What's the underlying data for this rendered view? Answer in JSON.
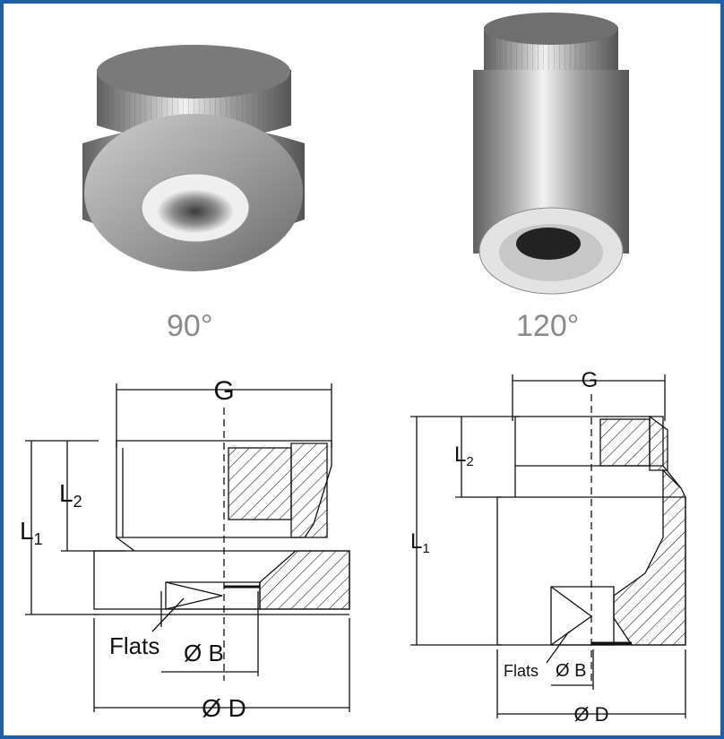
{
  "products": [
    {
      "angle_label": "90°",
      "drawing": {
        "thread_label": "G",
        "length_label": "L",
        "length_1_sub": "1",
        "length_2_sub": "2",
        "flats_label": "Flats",
        "bore_label": "Ø B",
        "diameter_label": "Ø D"
      }
    },
    {
      "angle_label": "120°",
      "drawing": {
        "thread_label": "G",
        "length_label": "L",
        "length_1_sub": "1",
        "length_2_sub": "2",
        "flats_label": "Flats",
        "bore_label": "Ø B",
        "diameter_label": "Ø D"
      }
    }
  ],
  "colors": {
    "frame_border": "#1f5fa8",
    "metal_light": "#d9d9d9",
    "metal_dark": "#6e6e6e",
    "angle_text": "#8a8a8a"
  }
}
